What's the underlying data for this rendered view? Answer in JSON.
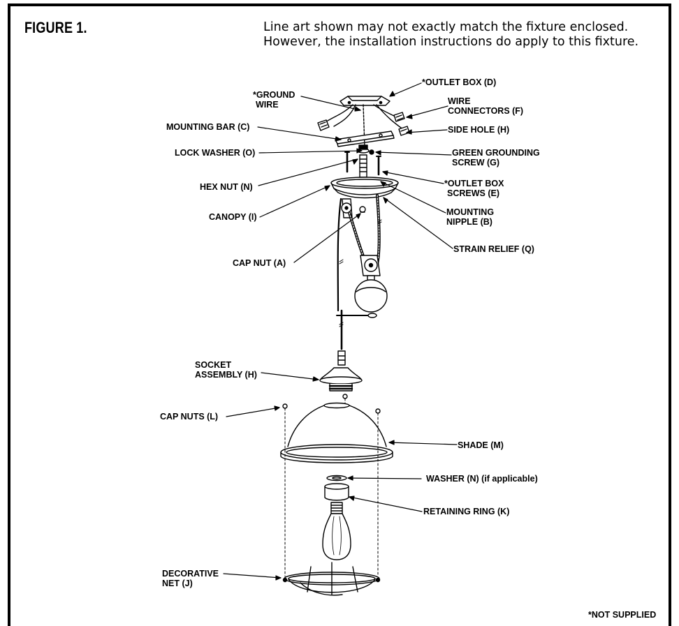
{
  "figure_title": "FIGURE 1.",
  "note_line1": "Line art shown may not exactly match the fixture enclosed.",
  "note_line2": "However, the installation instructions do apply to this fixture.",
  "footnote": "*NOT SUPPLIED",
  "labels": {
    "outlet_box": "*OUTLET BOX (D)",
    "ground_wire_1": "*GROUND",
    "ground_wire_2": "WIRE",
    "wire_connectors_1": "WIRE",
    "wire_connectors_2": "CONNECTORS (F)",
    "mounting_bar": "MOUNTING BAR (C)",
    "side_hole": "SIDE HOLE (H)",
    "lock_washer": "LOCK WASHER (O)",
    "green_screw_1": "GREEN GROUNDING",
    "green_screw_2": "SCREW (G)",
    "hex_nut": "HEX NUT (N)",
    "outlet_screws_1": "*OUTLET BOX",
    "outlet_screws_2": "SCREWS (E)",
    "canopy": "CANOPY (I)",
    "mounting_nipple_1": "MOUNTING",
    "mounting_nipple_2": "NIPPLE (B)",
    "strain_relief": "STRAIN RELIEF (Q)",
    "cap_nut": "CAP NUT (A)",
    "socket_assembly_1": "SOCKET",
    "socket_assembly_2": "ASSEMBLY (H)",
    "cap_nuts": "CAP NUTS (L)",
    "shade": "SHADE (M)",
    "washer": "WASHER (N) (if applicable)",
    "retaining_ring": "RETAINING RING (K)",
    "decorative_net_1": "DECORATIVE",
    "decorative_net_2": "NET (J)"
  }
}
